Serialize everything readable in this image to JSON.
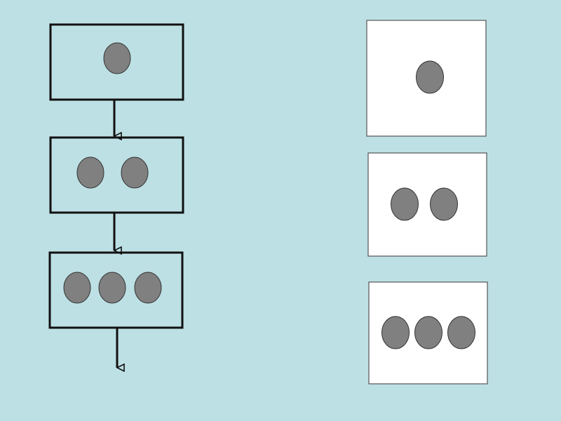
{
  "colors": {
    "background": "#bde0e4",
    "dot_fill": "#808080",
    "dot_stroke": "#333333",
    "box_stroke": "#111111",
    "right_box_fill": "#ffffff"
  },
  "flow": {
    "boxes": [
      {
        "dot_count": 1
      },
      {
        "dot_count": 2
      },
      {
        "dot_count": 3
      }
    ],
    "arrow_count": 3
  },
  "panels": {
    "boxes": [
      {
        "dot_count": 1
      },
      {
        "dot_count": 2
      },
      {
        "dot_count": 3
      }
    ]
  }
}
